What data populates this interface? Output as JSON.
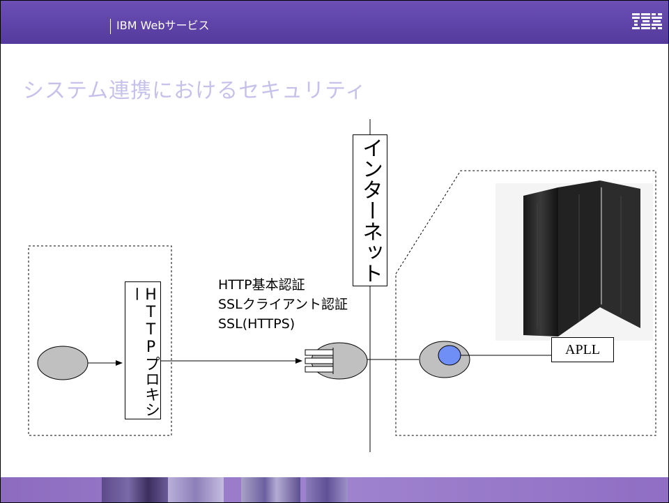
{
  "header": {
    "title": "IBM Webサービス",
    "logo_icon": "ibm-logo-icon"
  },
  "slide": {
    "title": "システム連携におけるセキュリティ"
  },
  "diagram": {
    "proxy_label": "HTTPプロキシー",
    "internet_label": "インターネット",
    "apll_label": "APLL",
    "auth_methods": [
      "HTTP基本認証",
      "SSLクライアント認証",
      "SSL(HTTPS)"
    ],
    "server_image": "mainframe-server-image"
  },
  "colors": {
    "header_bg": "#5a3fa3",
    "title_color": "#c6c1ea",
    "node_fill": "#c0c0c0",
    "inner_node_fill": "#6f8ff7",
    "footer_bg": "#9a7dca"
  }
}
